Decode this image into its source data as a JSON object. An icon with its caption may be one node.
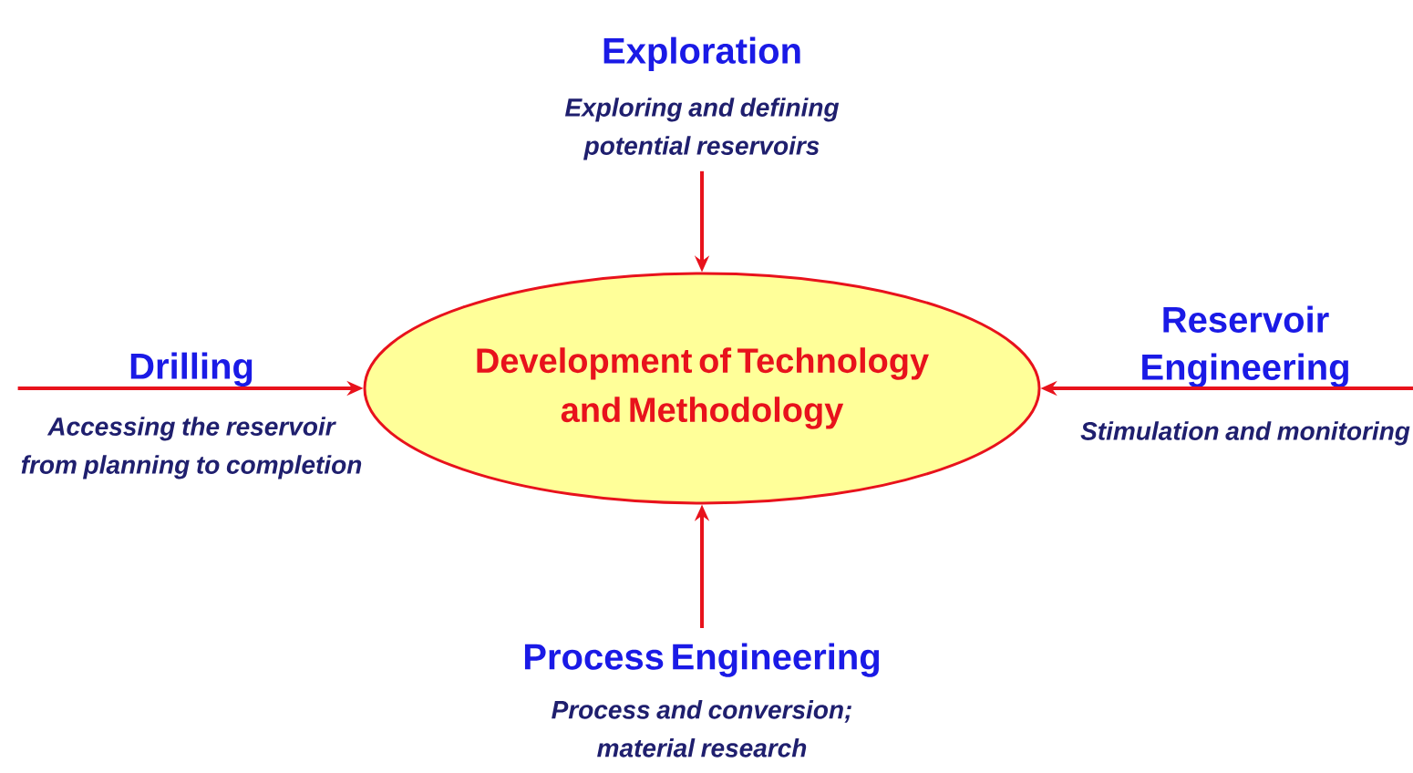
{
  "diagram": {
    "nodes": [
      {
        "text": [
          "Development of Technology and Methodology"
        ]
      },
      {
        "text": [
          "Exploration",
          "Exploring and defining potential reservoirs"
        ]
      },
      {
        "text": [
          "Drilling",
          "Accessing the reservoir from planning to completion"
        ]
      },
      {
        "text": [
          "Reservoir Engineering",
          "Stimulation and monitoring"
        ]
      },
      {
        "text": [
          "Process Engineering",
          "Process and conversion; material research"
        ]
      }
    ],
    "edges": [
      {
        "from": 1,
        "to": 0,
        "arrow": "to"
      },
      {
        "from": 2,
        "to": 0,
        "arrow": "to"
      },
      {
        "from": 3,
        "to": 0,
        "arrow": "to"
      },
      {
        "from": 4,
        "to": 0,
        "arrow": "to"
      }
    ]
  }
}
